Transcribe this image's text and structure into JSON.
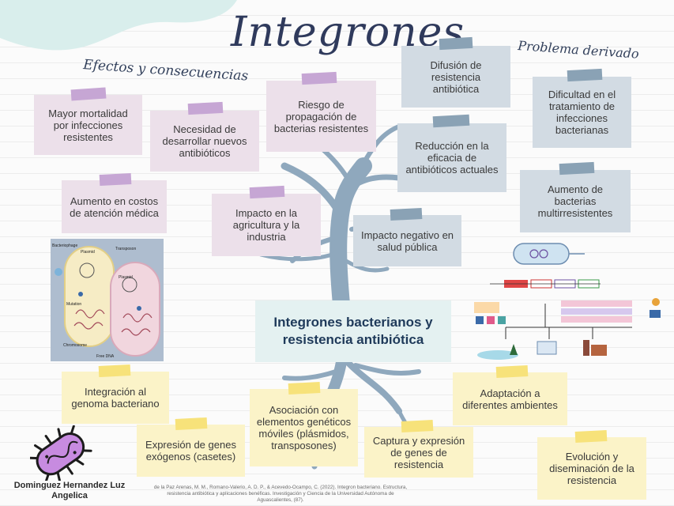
{
  "title": "Integrones",
  "left_heading": "Efectos y consecuencias",
  "right_heading": "Problema derivado",
  "center_title": "Integrones bacterianos y resistencia antibiótica",
  "cards": {
    "mortalidad": "Mayor mortalidad por infecciones resistentes",
    "necesidad": "Necesidad de desarrollar nuevos antibióticos",
    "riesgo": "Riesgo de propagación de bacterias resistentes",
    "costos": "Aumento en costos de atención médica",
    "agricultura": "Impacto en la agricultura y la industria",
    "difusion": "Difusión de resistencia antibiótica",
    "dificultad": "Dificultad en el tratamiento de infecciones bacterianas",
    "reduccion": "Reducción en la eficacia de antibióticos actuales",
    "aumento_bacterias": "Aumento de bacterias multirresistentes",
    "salud": "Impacto negativo en salud pública",
    "integracion": "Integración al genoma bacteriano",
    "expresion": "Expresión de genes exógenos (casetes)",
    "asociacion": "Asociación con elementos genéticos móviles (plásmidos, transposones)",
    "captura": "Captura y expresión de genes de resistencia",
    "adaptacion": "Adaptación a diferentes ambientes",
    "evolucion": "Evolución y diseminación de la resistencia"
  },
  "figure_labels": {
    "bacteriophage": "Bacteriophage",
    "plasmid": "Plasmid",
    "transposon": "Transposon",
    "plasmid2": "Plasmid",
    "mutation": "Mutation",
    "chromosome": "Chromosome",
    "free_dna": "Free DNA"
  },
  "author": "Dominguez Hernandez Luz Angelica",
  "reference": "de la Paz Arenas, M. M., Romano-Valerio, A. D. P., & Acevedo-Ocampo, C. (2022). Integron bacteriano. Estructura, resistencia antibiótica y aplicaciones benéficas. Investigación y Ciencia de la Universidad Autónoma de Aguascalientes, (87).",
  "colors": {
    "pink_card": "#ece0ea",
    "pink_tape": "#c6a6d4",
    "blue_card": "#d2dbe3",
    "blue_tape": "#8aa2b5",
    "yellow_card": "#fbf3c8",
    "yellow_tape": "#f7e27a",
    "center_card": "#e4f1f1",
    "tree": "#8fa8bd",
    "title": "#2f3a5c"
  }
}
